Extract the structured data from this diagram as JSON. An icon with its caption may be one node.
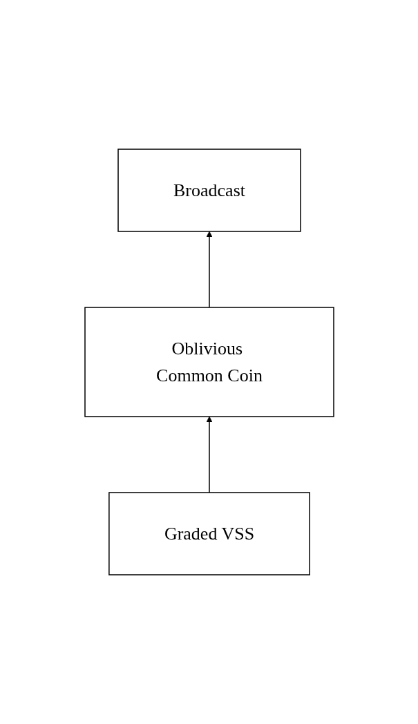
{
  "diagram": {
    "nodes": [
      {
        "text": [
          "Broadcast"
        ]
      },
      {
        "text": [
          "Oblivious Common Coin"
        ]
      },
      {
        "text": [
          "Graded VSS"
        ]
      }
    ],
    "edges": [
      {
        "from": 2,
        "to": 1,
        "arrow": "to"
      },
      {
        "from": 1,
        "to": 0,
        "arrow": "to"
      }
    ]
  }
}
